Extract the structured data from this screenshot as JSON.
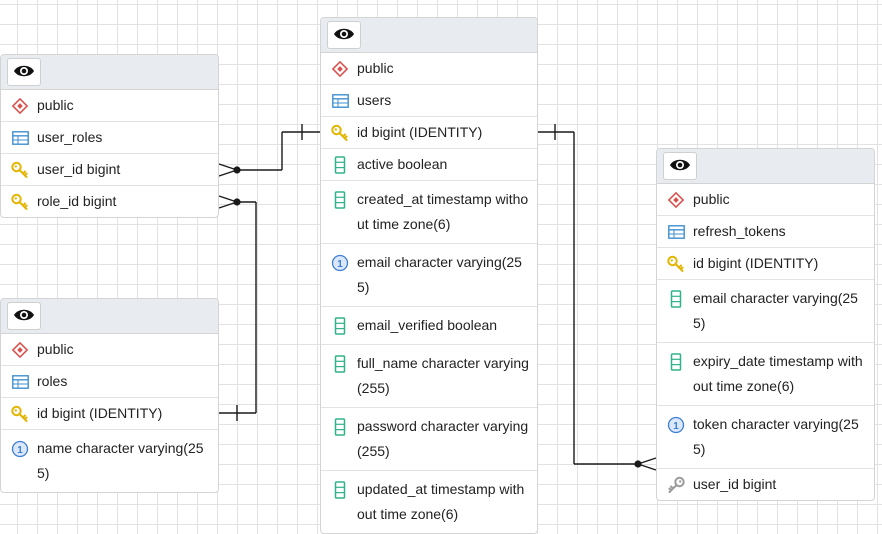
{
  "tables": [
    {
      "id": "user_roles",
      "schema": "public",
      "name": "user_roles",
      "columns": [
        {
          "icon": "primary-key-icon",
          "text": "user_id bigint"
        },
        {
          "icon": "primary-key-icon",
          "text": "role_id bigint"
        }
      ]
    },
    {
      "id": "roles",
      "schema": "public",
      "name": "roles",
      "columns": [
        {
          "icon": "primary-key-icon",
          "text": "id bigint (IDENTITY)"
        },
        {
          "icon": "unique-column-icon",
          "text": "name character varying(255)"
        }
      ]
    },
    {
      "id": "users",
      "schema": "public",
      "name": "users",
      "columns": [
        {
          "icon": "primary-key-icon",
          "text": "id bigint (IDENTITY)"
        },
        {
          "icon": "column-icon",
          "text": "active boolean"
        },
        {
          "icon": "column-icon",
          "text": "created_at timestamp without time zone(6)"
        },
        {
          "icon": "unique-column-icon",
          "text": "email character varying(255)"
        },
        {
          "icon": "column-icon",
          "text": "email_verified boolean"
        },
        {
          "icon": "column-icon",
          "text": "full_name character varying(255)"
        },
        {
          "icon": "column-icon",
          "text": "password character varying(255)"
        },
        {
          "icon": "column-icon",
          "text": "updated_at timestamp without time zone(6)"
        }
      ]
    },
    {
      "id": "refresh_tokens",
      "schema": "public",
      "name": "refresh_tokens",
      "columns": [
        {
          "icon": "primary-key-icon",
          "text": "id bigint (IDENTITY)"
        },
        {
          "icon": "column-icon",
          "text": "email character varying(255)"
        },
        {
          "icon": "column-icon",
          "text": "expiry_date timestamp without time zone(6)"
        },
        {
          "icon": "unique-column-icon",
          "text": "token character varying(255)"
        },
        {
          "icon": "foreign-key-icon",
          "text": "user_id bigint"
        }
      ]
    }
  ],
  "relationships": [
    {
      "from": "user_roles.user_id",
      "to": "users.id",
      "type": "many-to-one"
    },
    {
      "from": "user_roles.role_id",
      "to": "roles.id",
      "type": "many-to-one"
    },
    {
      "from": "refresh_tokens.user_id",
      "to": "users.id",
      "type": "many-to-one"
    }
  ],
  "colors": {
    "schema_icon": "#d9534f",
    "table_icon": "#3f8fd2",
    "primary_key_icon": "#e3b400",
    "foreign_key_icon": "#9a9a9a",
    "column_icon": "#2fb38a",
    "unique_icon": "#3f7fd2",
    "connector": "#1a1a1a"
  }
}
